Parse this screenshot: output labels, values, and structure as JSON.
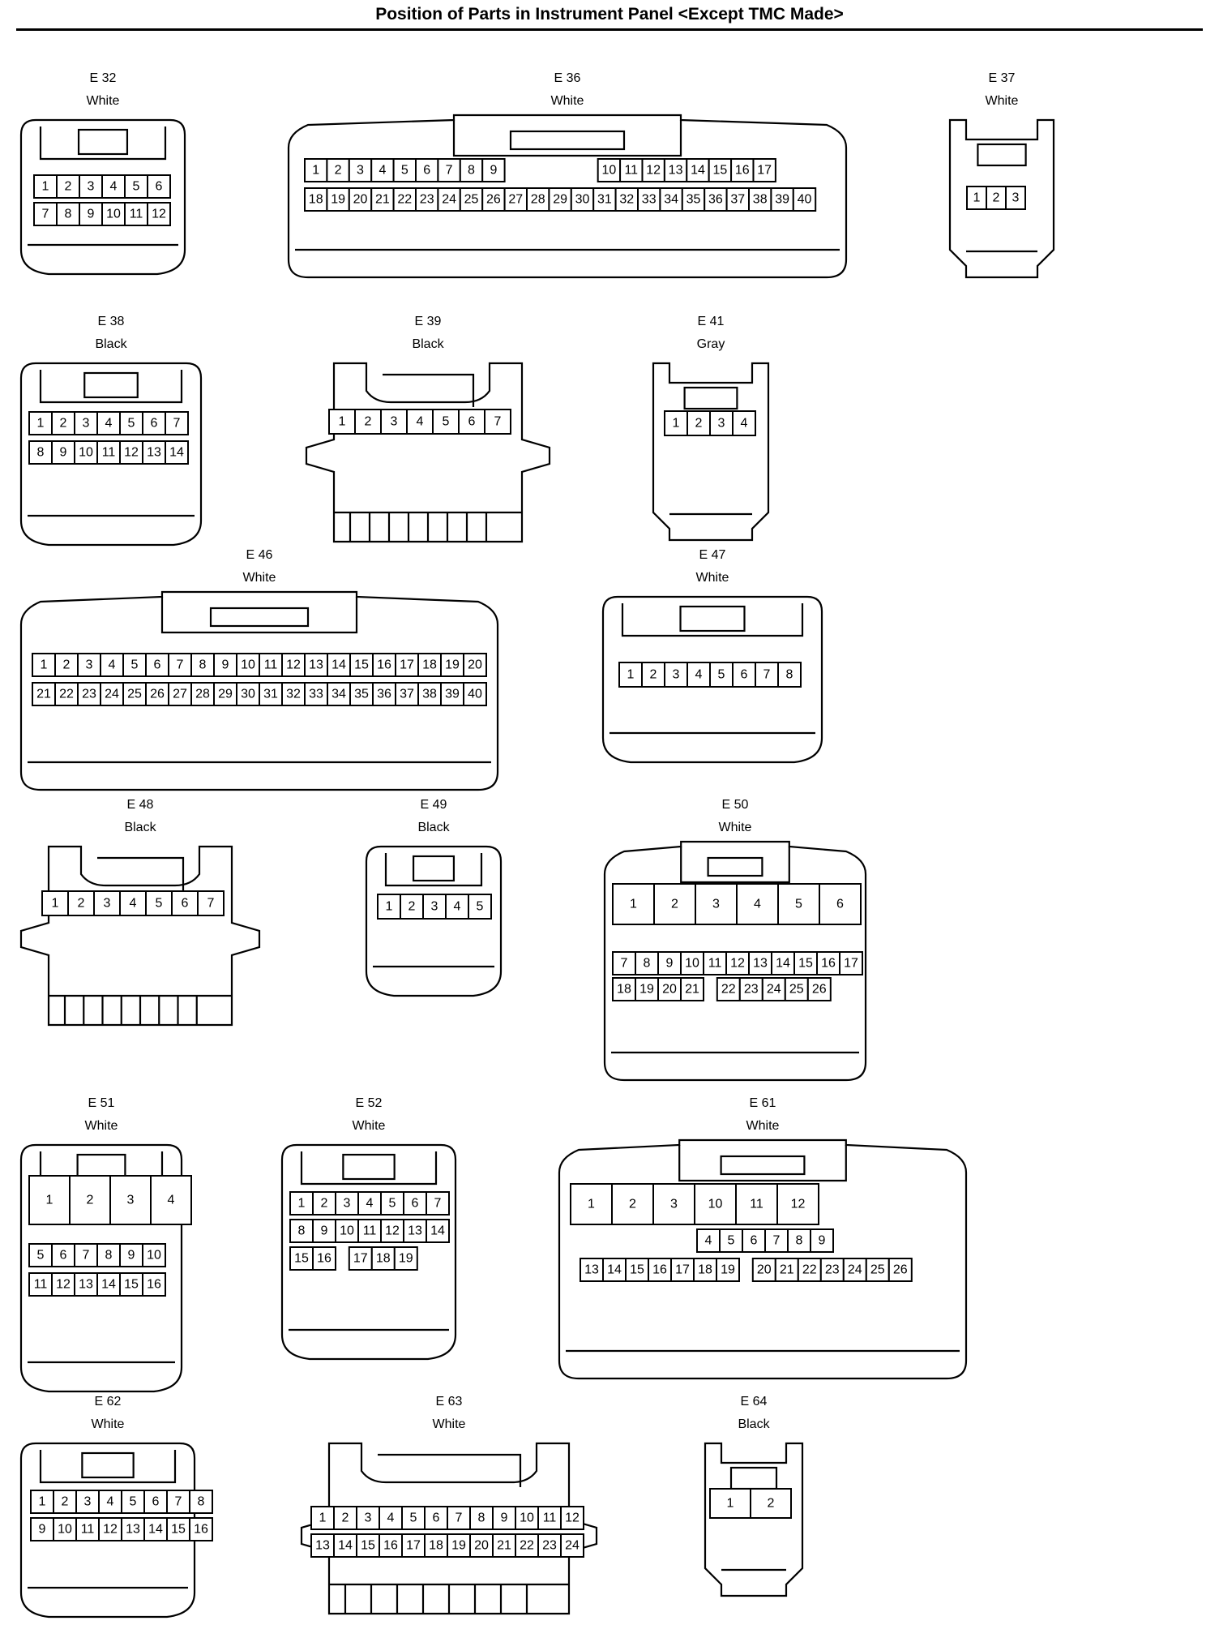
{
  "title": "Position of Parts in Instrument Panel <Except TMC Made>",
  "connectors": [
    {
      "id": "e32",
      "code": "E 32",
      "color": "White",
      "pins": [
        [
          "1",
          "2",
          "3",
          "4",
          "5",
          "6"
        ],
        [
          "7",
          "8",
          "9",
          "10",
          "11",
          "12"
        ]
      ]
    },
    {
      "id": "e36",
      "code": "E 36",
      "color": "White",
      "pins": [
        [
          "1",
          "2",
          "3",
          "4",
          "5",
          "6",
          "7",
          "8",
          "9",
          "",
          "",
          "",
          "",
          "",
          "",
          "",
          "10",
          "11",
          "12",
          "13",
          "14",
          "15",
          "16",
          "17"
        ],
        [
          "18",
          "19",
          "20",
          "21",
          "22",
          "23",
          "24",
          "25",
          "26",
          "27",
          "28",
          "29",
          "30",
          "31",
          "32",
          "33",
          "34",
          "35",
          "36",
          "37",
          "38",
          "39",
          "40"
        ]
      ]
    },
    {
      "id": "e37",
      "code": "E 37",
      "color": "White",
      "pins": [
        [
          "1",
          "2",
          "3"
        ]
      ]
    },
    {
      "id": "e38",
      "code": "E 38",
      "color": "Black",
      "pins": [
        [
          "1",
          "2",
          "3",
          "4",
          "5",
          "6",
          "7"
        ],
        [
          "8",
          "9",
          "10",
          "11",
          "12",
          "13",
          "14"
        ]
      ]
    },
    {
      "id": "e39",
      "code": "E 39",
      "color": "Black",
      "pins": [
        [
          "1",
          "2",
          "3",
          "4",
          "5",
          "6",
          "7"
        ]
      ]
    },
    {
      "id": "e41",
      "code": "E 41",
      "color": "Gray",
      "pins": [
        [
          "1",
          "2",
          "3",
          "4"
        ]
      ]
    },
    {
      "id": "e46",
      "code": "E 46",
      "color": "White",
      "pins": [
        [
          "1",
          "2",
          "3",
          "4",
          "5",
          "6",
          "7",
          "8",
          "9",
          "10",
          "11",
          "12",
          "13",
          "14",
          "15",
          "16",
          "17",
          "18",
          "19",
          "20"
        ],
        [
          "21",
          "22",
          "23",
          "24",
          "25",
          "26",
          "27",
          "28",
          "29",
          "30",
          "31",
          "32",
          "33",
          "34",
          "35",
          "36",
          "37",
          "38",
          "39",
          "40"
        ]
      ]
    },
    {
      "id": "e47",
      "code": "E 47",
      "color": "White",
      "pins": [
        [
          "1",
          "2",
          "3",
          "4",
          "5",
          "6",
          "7",
          "8"
        ]
      ]
    },
    {
      "id": "e48",
      "code": "E 48",
      "color": "Black",
      "pins": [
        [
          "1",
          "2",
          "3",
          "4",
          "5",
          "6",
          "7"
        ]
      ]
    },
    {
      "id": "e49",
      "code": "E 49",
      "color": "Black",
      "pins": [
        [
          "1",
          "2",
          "3",
          "4",
          "5"
        ]
      ]
    },
    {
      "id": "e50",
      "code": "E 50",
      "color": "White",
      "pins": [
        [
          "1",
          "2",
          "3",
          "4",
          "5",
          "6"
        ],
        [
          "7",
          "8",
          "9",
          "10",
          "11",
          "12",
          "13",
          "14",
          "15",
          "16",
          "17"
        ],
        [
          "18",
          "19",
          "20",
          "21",
          "",
          "22",
          "23",
          "24",
          "25",
          "26"
        ]
      ]
    },
    {
      "id": "e51",
      "code": "E 51",
      "color": "White",
      "pins": [
        [
          "1",
          "2",
          "3",
          "4"
        ],
        [
          "5",
          "6",
          "7",
          "8",
          "9",
          "10"
        ],
        [
          "11",
          "12",
          "13",
          "14",
          "15",
          "16"
        ]
      ]
    },
    {
      "id": "e52",
      "code": "E 52",
      "color": "White",
      "pins": [
        [
          "1",
          "2",
          "3",
          "4",
          "5",
          "6",
          "7"
        ],
        [
          "8",
          "9",
          "10",
          "11",
          "12",
          "13",
          "14"
        ],
        [
          "15",
          "16",
          "",
          "17",
          "18",
          "19"
        ]
      ]
    },
    {
      "id": "e61",
      "code": "E 61",
      "color": "White",
      "pins": [
        [
          "1",
          "2",
          "3",
          "10",
          "11",
          "12"
        ],
        [
          "4",
          "5",
          "6",
          "7",
          "8",
          "9"
        ],
        [
          "13",
          "14",
          "15",
          "16",
          "17",
          "18",
          "19",
          "",
          "20",
          "21",
          "22",
          "23",
          "24",
          "25",
          "26"
        ]
      ]
    },
    {
      "id": "e62",
      "code": "E 62",
      "color": "White",
      "pins": [
        [
          "1",
          "2",
          "3",
          "4",
          "5",
          "6",
          "7",
          "8"
        ],
        [
          "9",
          "10",
          "11",
          "12",
          "13",
          "14",
          "15",
          "16"
        ]
      ]
    },
    {
      "id": "e63",
      "code": "E 63",
      "color": "White",
      "pins": [
        [
          "1",
          "2",
          "3",
          "4",
          "5",
          "6",
          "7",
          "8",
          "9",
          "10",
          "11",
          "12"
        ],
        [
          "13",
          "14",
          "15",
          "16",
          "17",
          "18",
          "19",
          "20",
          "21",
          "22",
          "23",
          "24"
        ]
      ]
    },
    {
      "id": "e64",
      "code": "E 64",
      "color": "Black",
      "pins": [
        [
          "1",
          "2"
        ]
      ]
    }
  ]
}
